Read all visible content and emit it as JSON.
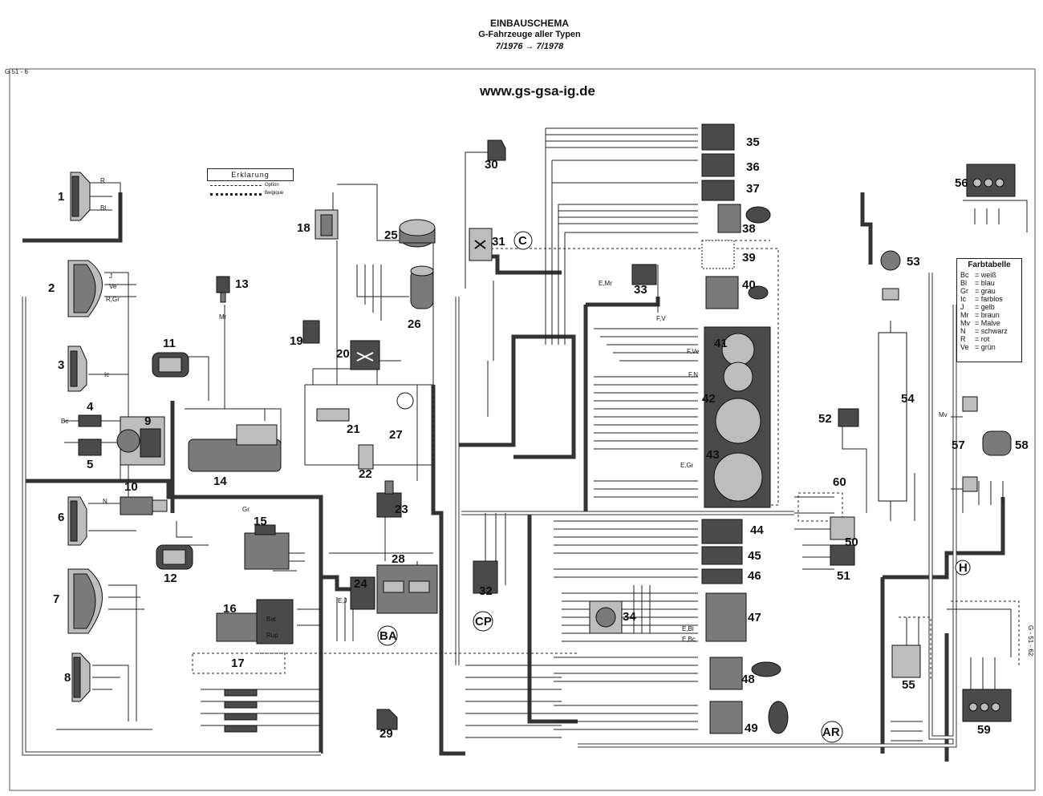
{
  "header": {
    "title": "EINBAUSCHEMA",
    "subtitle": "G-Fahrzeuge aller Typen",
    "date_range": "7/1976 → 7/1978",
    "url": "www.gs-gsa-ig.de"
  },
  "explanation_box": {
    "title": "Erklarung",
    "line_option": "Option",
    "line_belgique": "Belgique"
  },
  "color_table": {
    "title": "Farbtabelle",
    "entries": [
      {
        "code": "Bc",
        "name": "weiß"
      },
      {
        "code": "Bl",
        "name": "blau"
      },
      {
        "code": "Gr",
        "name": "grau"
      },
      {
        "code": "Ic",
        "name": "farblos"
      },
      {
        "code": "J",
        "name": "gelb"
      },
      {
        "code": "Mr",
        "name": "braun"
      },
      {
        "code": "Mv",
        "name": "Malve"
      },
      {
        "code": "N",
        "name": "schwarz"
      },
      {
        "code": "R",
        "name": "rot"
      },
      {
        "code": "Ve",
        "name": "grün"
      }
    ]
  },
  "harness_points": [
    "C",
    "CP",
    "BA",
    "AR",
    "H"
  ],
  "components": [
    "1",
    "2",
    "3",
    "4",
    "5",
    "6",
    "7",
    "8",
    "9",
    "10",
    "11",
    "12",
    "13",
    "14",
    "15",
    "16",
    "17",
    "18",
    "19",
    "20",
    "21",
    "22",
    "23",
    "24",
    "25",
    "26",
    "27",
    "28",
    "29",
    "30",
    "31",
    "32",
    "33",
    "34",
    "35",
    "36",
    "37",
    "38",
    "39",
    "40",
    "41",
    "42",
    "43",
    "44",
    "45",
    "46",
    "47",
    "48",
    "49",
    "50",
    "51",
    "52",
    "53",
    "54",
    "55",
    "56",
    "57",
    "58",
    "59",
    "60"
  ],
  "wire_labels": [
    "R",
    "Bl",
    "J",
    "Ve",
    "R,Gr",
    "Ic",
    "Bc",
    "N",
    "Gr",
    "Mr",
    "Mv",
    "F,V",
    "E,Mr",
    "E,Gr",
    "F,N",
    "F,Ve",
    "E,Bl",
    "E,Bc",
    "E,J",
    "Bat",
    "Rup",
    "Option",
    "Belgique"
  ],
  "page_code": "G - 51 - 62",
  "corner_code": "G 51 - 6"
}
